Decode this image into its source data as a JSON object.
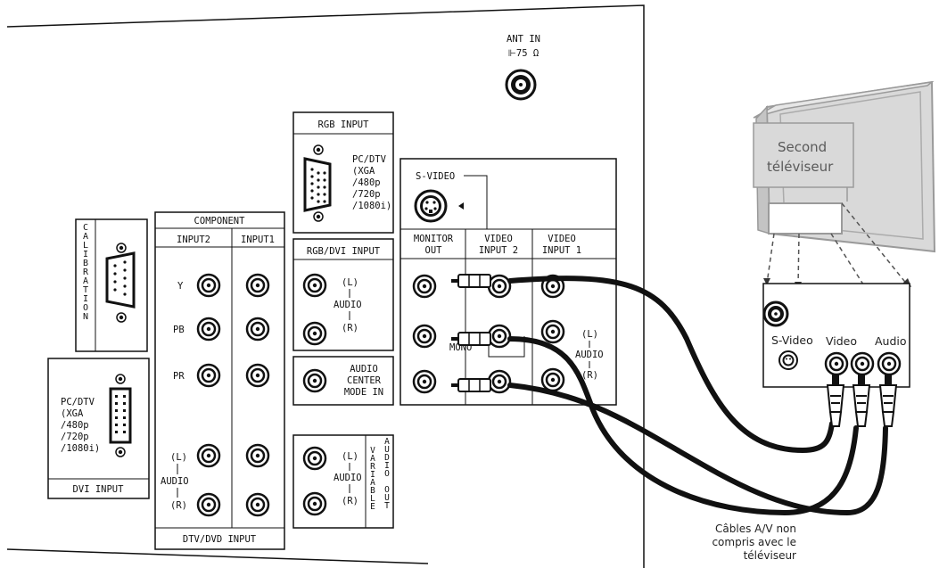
{
  "labels": {
    "ant_in": "ANT IN",
    "ant_ohm": "⊩75 Ω",
    "rgb_input": "RGB INPUT",
    "rgb_pc_lines": [
      "PC/DTV",
      "(XGA",
      "/480p",
      "/720p",
      "/1080i)"
    ],
    "calibration": "CALIBRATION",
    "component": "COMPONENT",
    "input2": "INPUT2",
    "input1": "INPUT1",
    "y": "Y",
    "pb": "PB",
    "pr": "PR",
    "comp_l": "(L)",
    "comp_audio": "AUDIO",
    "comp_r": "(R)",
    "dtv_dvd_input": "DTV/DVD INPUT",
    "dvi_pc_lines": [
      "PC/DTV",
      "(XGA",
      "/480p",
      "/720p",
      "/1080i)"
    ],
    "dvi_input": "DVI INPUT",
    "rgb_dvi_input": "RGB/DVI INPUT",
    "rgbdvi_l": "(L)",
    "rgbdvi_audio": "AUDIO",
    "rgbdvi_r": "(R)",
    "audio_center_lines": [
      "AUDIO",
      "CENTER",
      "MODE IN"
    ],
    "var_l": "(L)",
    "var_audio": "AUDIO",
    "var_r": "(R)",
    "variable": "VARIABLE",
    "audio_out": "AUDIO OUT",
    "s_video": "S-VIDEO",
    "monitor_out_lines": [
      "MONITOR",
      "OUT"
    ],
    "video_input2_lines": [
      "VIDEO",
      "INPUT 2"
    ],
    "video_input1_lines": [
      "VIDEO",
      "INPUT 1"
    ],
    "mono": "MONO",
    "vi1_l": "(L)",
    "vi1_audio": "AUDIO",
    "vi1_r": "(R)",
    "second_tv_lines": [
      "Second",
      "téléviseur"
    ],
    "tv_s_video": "S-Video",
    "tv_video": "Video",
    "tv_audio": "Audio",
    "cables_note_lines": [
      "Câbles A/V non",
      "compris avec le",
      "téléviseur"
    ]
  },
  "colors": {
    "line": "#111111",
    "tv_fill": "#d9d9d9",
    "tv_stroke": "#9a9a9a",
    "tv_text": "#5a5a5a"
  }
}
